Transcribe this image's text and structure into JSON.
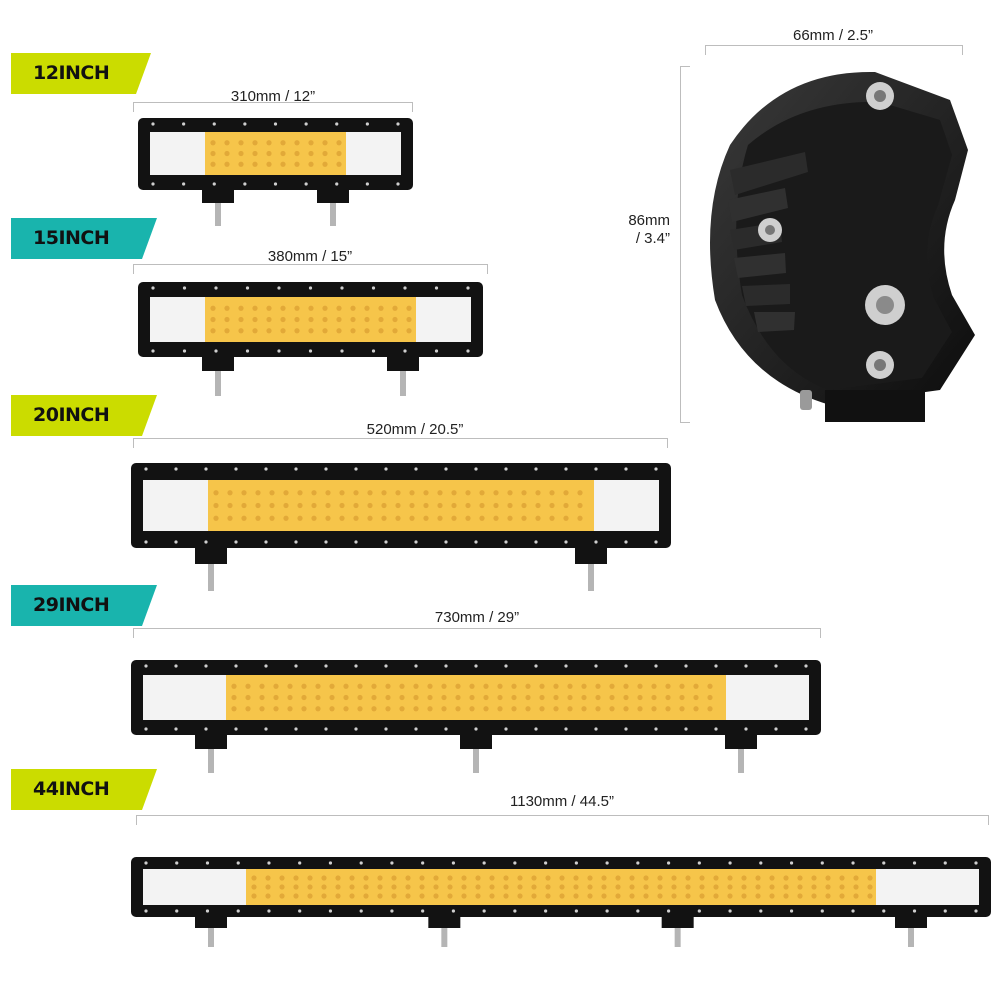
{
  "colors": {
    "lime": "#cbdc00",
    "teal": "#19b4ad",
    "led_yellow": "#f6c54a",
    "led_white": "#f3f3f3",
    "housing": "#121212"
  },
  "products": [
    {
      "size_label": "12INCH",
      "dimension": "310mm / 12”",
      "tag_color": "lime",
      "mounts": 2
    },
    {
      "size_label": "15INCH",
      "dimension": "380mm / 15”",
      "tag_color": "teal",
      "mounts": 2
    },
    {
      "size_label": "20INCH",
      "dimension": "520mm / 20.5”",
      "tag_color": "lime",
      "mounts": 2
    },
    {
      "size_label": "29INCH",
      "dimension": "730mm / 29”",
      "tag_color": "teal",
      "mounts": 3
    },
    {
      "size_label": "44INCH",
      "dimension": "1130mm / 44.5”",
      "tag_color": "lime",
      "mounts": 4
    }
  ],
  "side_view": {
    "width_label": "66mm / 2.5”",
    "height_label_line1": "86mm",
    "height_label_line2": "/ 3.4”"
  }
}
